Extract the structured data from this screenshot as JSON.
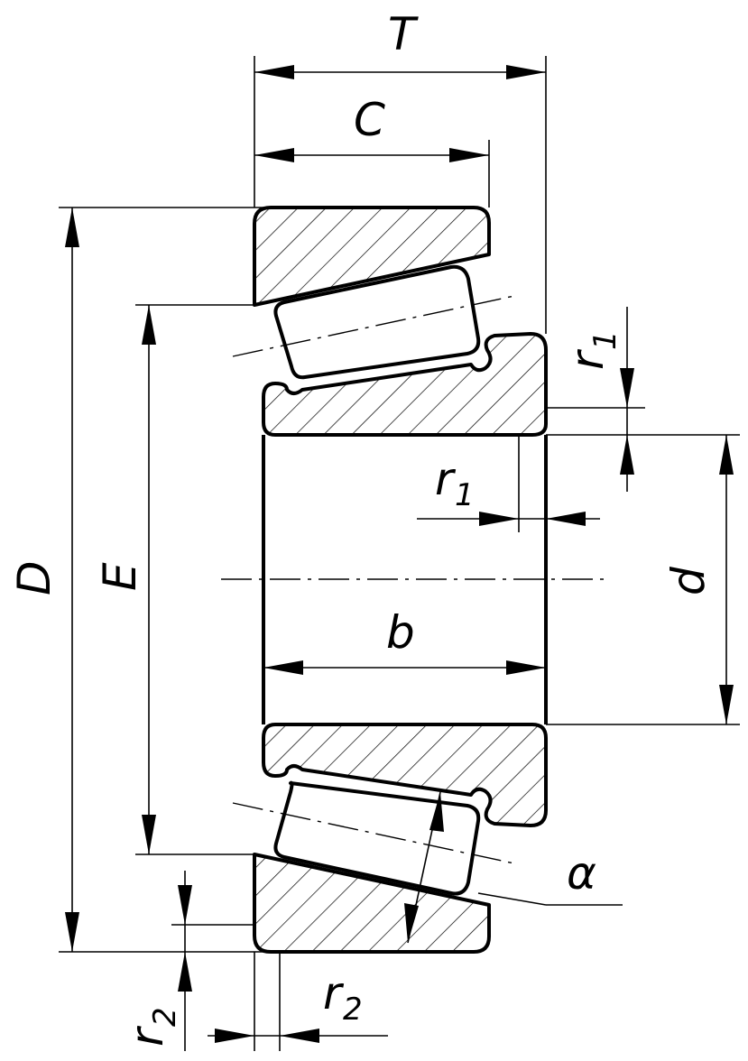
{
  "labels": {
    "T": "T",
    "C": "C",
    "D": "D",
    "E": "E",
    "d": "d",
    "b": "b",
    "alpha": "α",
    "r_main": "r",
    "sub1": "1",
    "sub2": "2"
  },
  "colors": {
    "stroke": "#000000",
    "background": "#ffffff"
  }
}
